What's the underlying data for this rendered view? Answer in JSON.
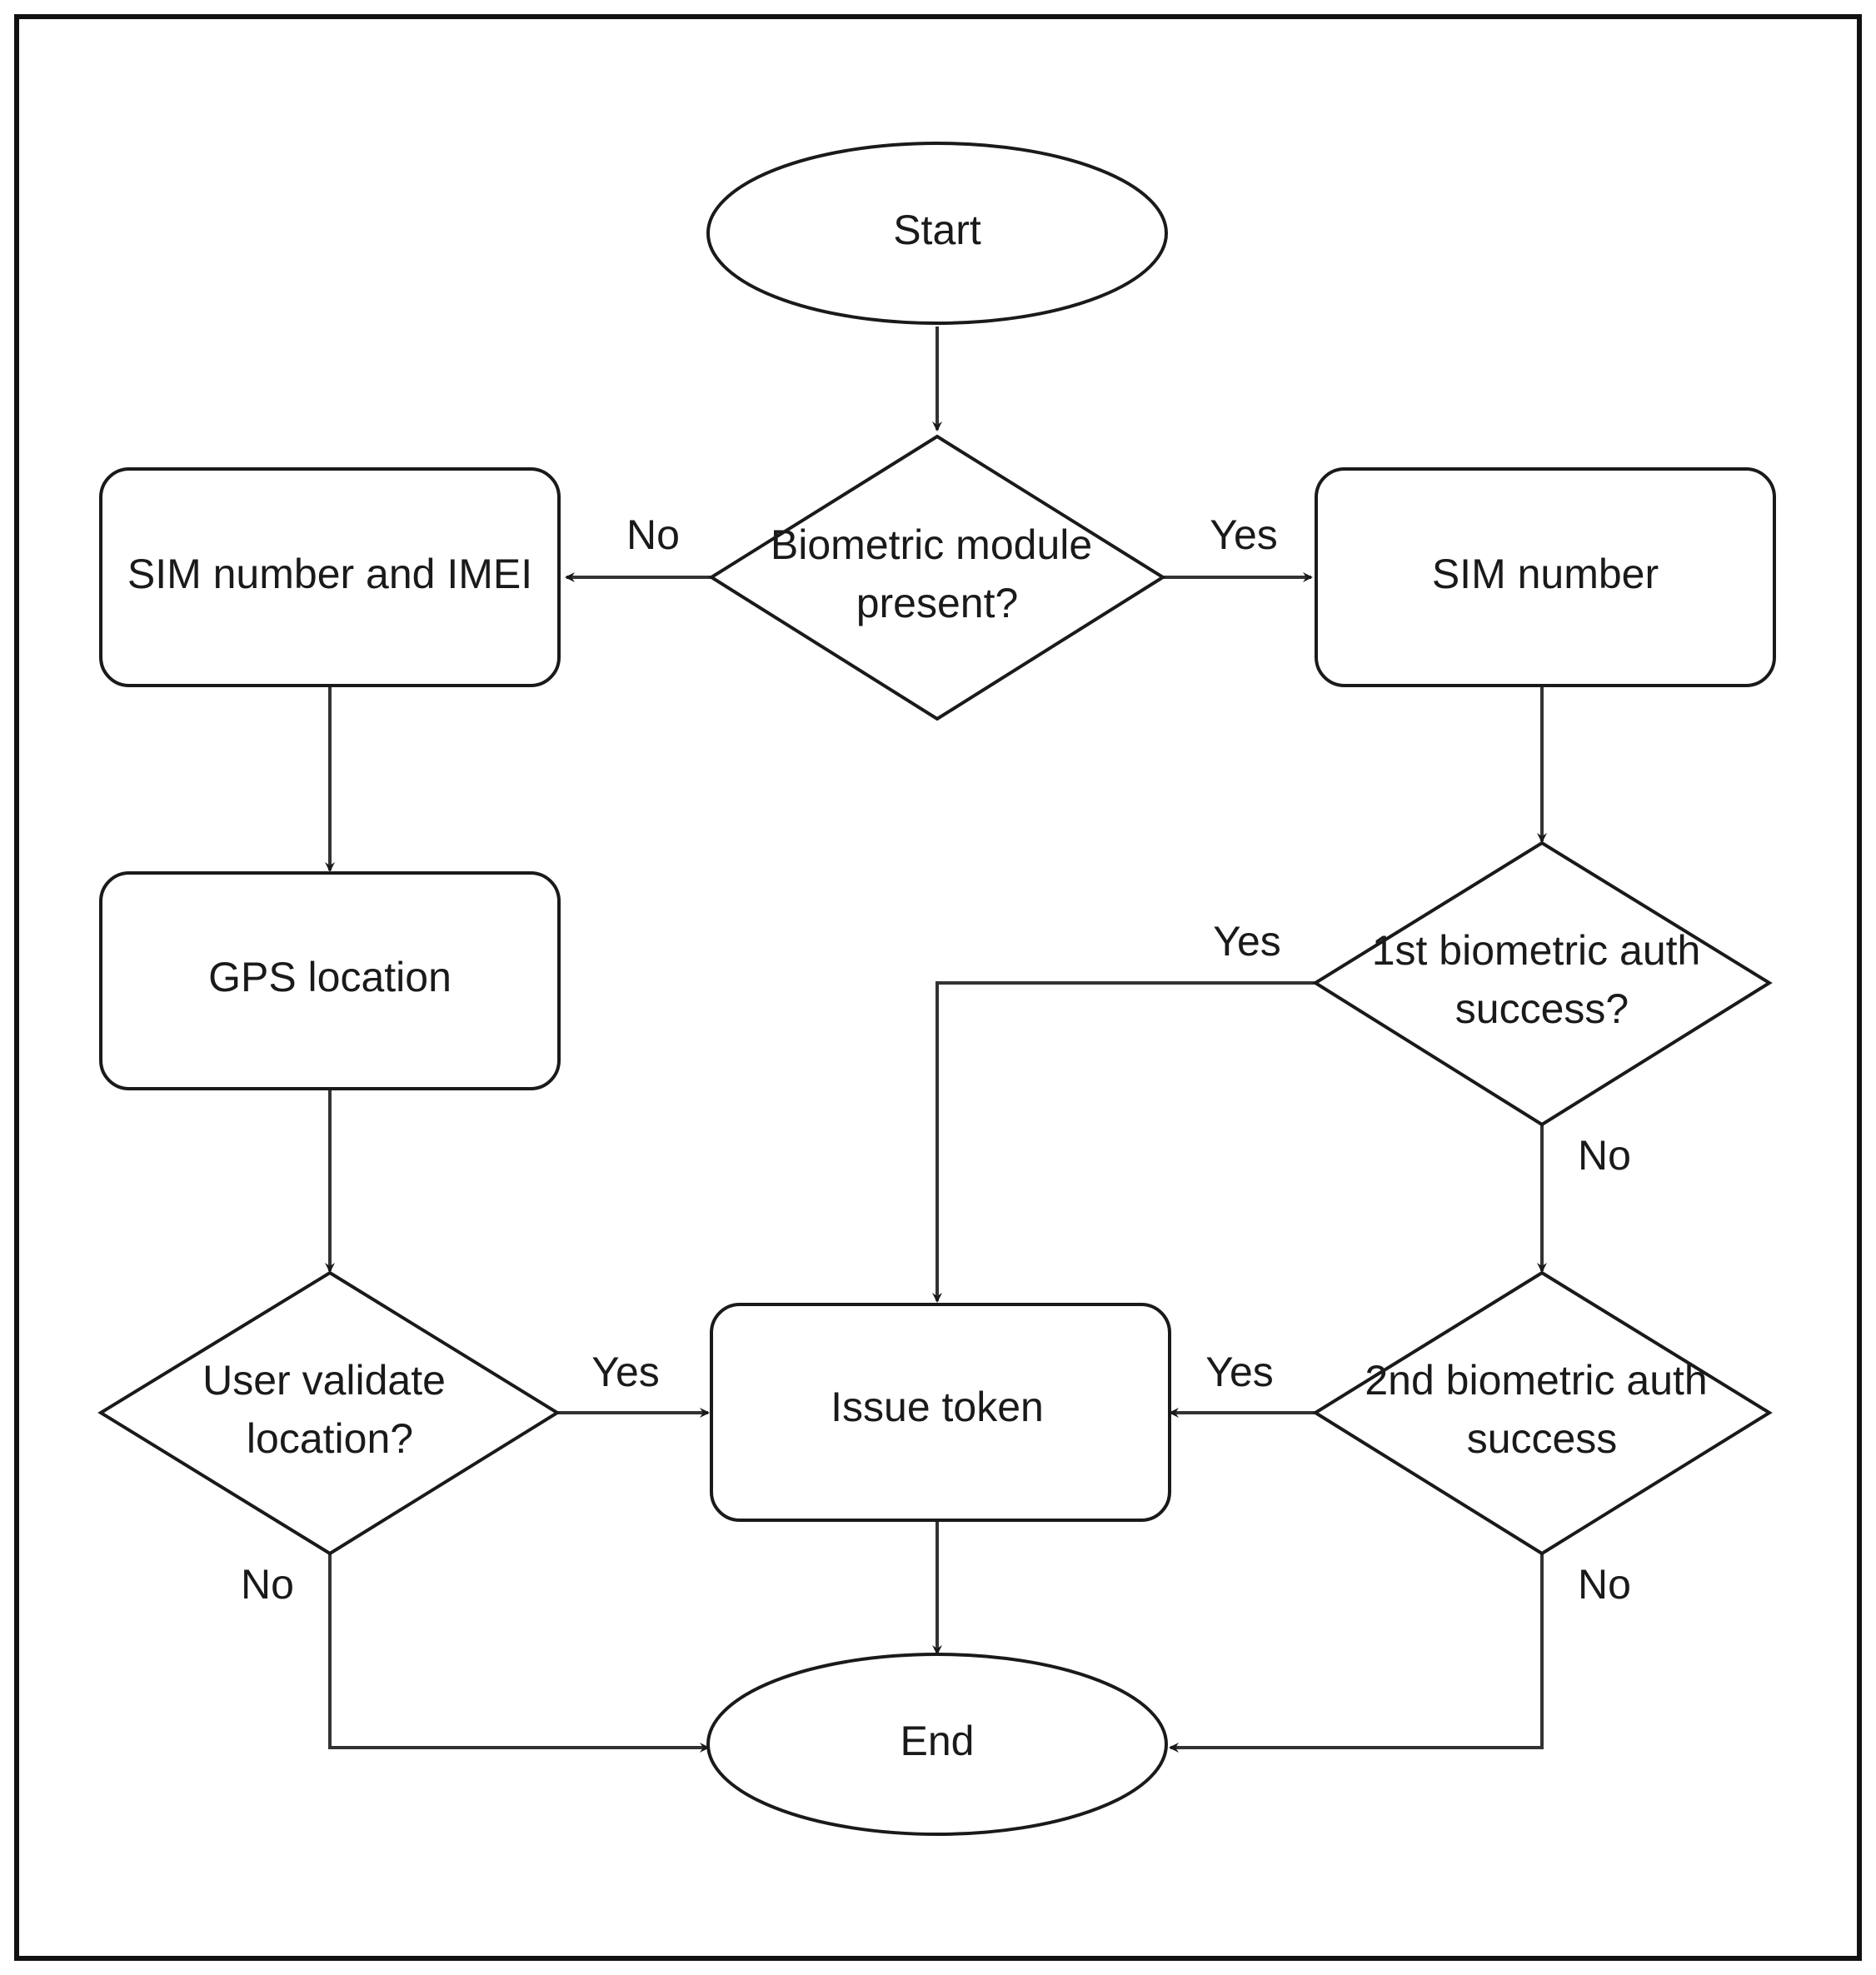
{
  "nodes": {
    "start": {
      "lines": [
        "Start"
      ]
    },
    "biometric_check": {
      "lines": [
        "Biometric module",
        "present?"
      ]
    },
    "sim_imei": {
      "lines": [
        "SIM number and IMEI"
      ]
    },
    "sim_number": {
      "lines": [
        "SIM number"
      ]
    },
    "gps": {
      "lines": [
        "GPS location"
      ]
    },
    "first_auth": {
      "lines": [
        "1st biometric auth",
        "success?"
      ]
    },
    "user_validate": {
      "lines": [
        "User validate",
        "location?"
      ]
    },
    "issue_token": {
      "lines": [
        "Issue token"
      ]
    },
    "second_auth": {
      "lines": [
        "2nd biometric auth",
        "success"
      ]
    },
    "end": {
      "lines": [
        "End"
      ]
    }
  },
  "edges": {
    "biometric_no": "No",
    "biometric_yes": "Yes",
    "first_auth_yes": "Yes",
    "first_auth_no": "No",
    "user_validate_yes": "Yes",
    "second_auth_yes": "Yes",
    "user_validate_no": "No",
    "second_auth_no": "No"
  },
  "colors": {
    "stroke": "#1a1a1a",
    "text": "#1a1a1a",
    "background": "#ffffff"
  }
}
